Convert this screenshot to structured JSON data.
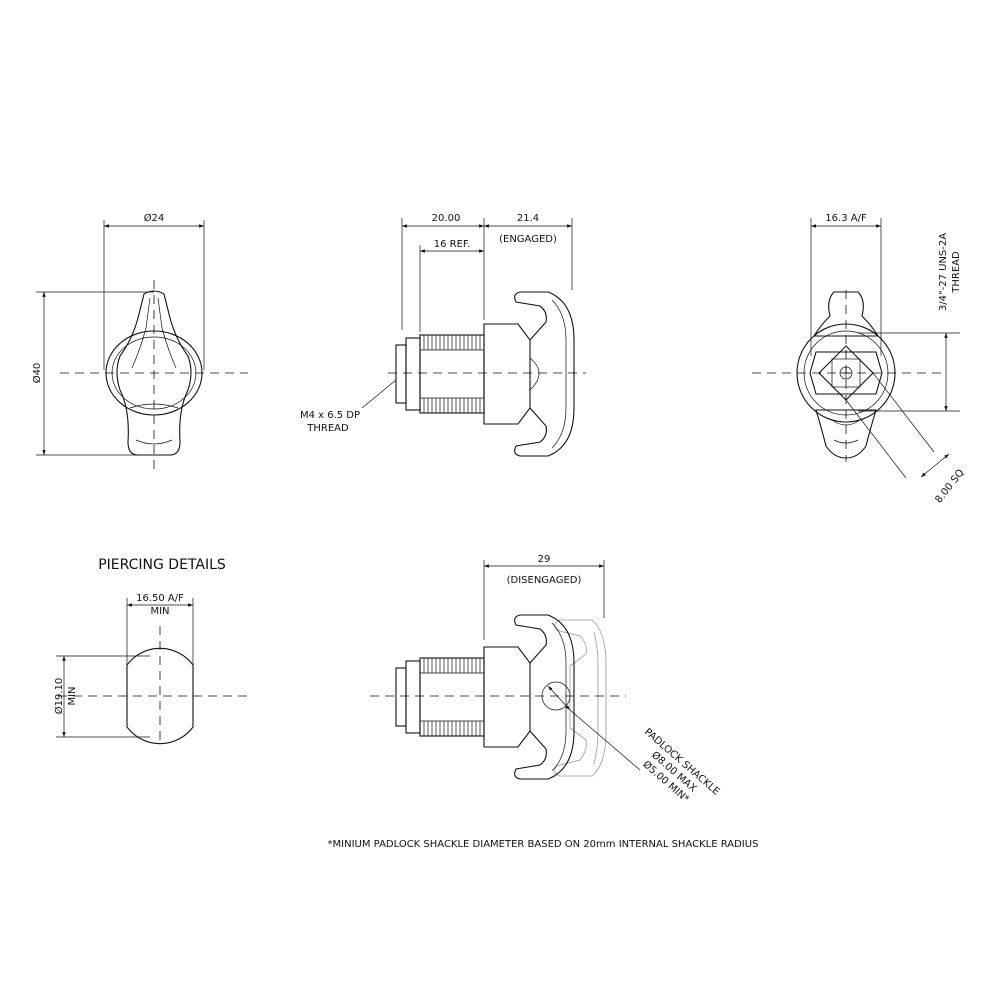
{
  "labels": {
    "front_dia": "Ø24",
    "front_height": "Ø40",
    "side_len": "20.00",
    "side_engaged": "21.4",
    "side_engaged_note": "(ENGAGED)",
    "side_ref": "16 REF.",
    "thread_1": "M4 x 6.5 DP",
    "thread_2": "THREAD",
    "rear_af": "16.3 A/F",
    "rear_uns_1": "3/4\"-27 UNS-2A",
    "rear_uns_2": "THREAD",
    "rear_sq": "8.00 SQ",
    "piercing_title": "PIERCING DETAILS",
    "pierce_af_1": "16.50 A/F",
    "pierce_af_2": "MIN",
    "pierce_dia_1": "Ø19.10",
    "pierce_dia_2": "MIN",
    "diseng_len": "29",
    "diseng_note": "(DISENGAGED)",
    "shackle_1": "PADLOCK SHACKLE",
    "shackle_2": "Ø8.00 MAX",
    "shackle_3": "Ø5.00 MIN*",
    "footnote": "*MINIUM PADLOCK SHACKLE DIAMETER BASED ON 20mm INTERNAL SHACKLE RADIUS"
  }
}
